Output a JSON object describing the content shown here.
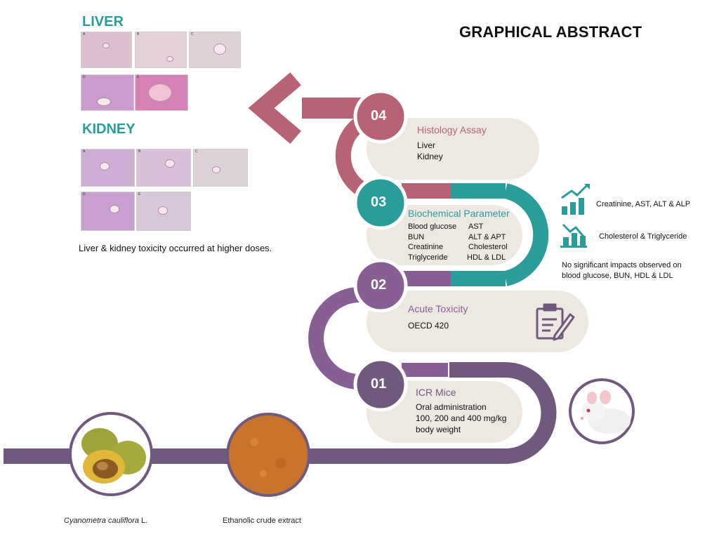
{
  "title": "GRAPHICAL ABSTRACT",
  "colors": {
    "teal": "#2a9d9b",
    "rose": "#b86375",
    "purple": "#875f95",
    "dark_purple": "#6f5a7d",
    "card_bg": "#ede8e2"
  },
  "organs": {
    "liver": {
      "label": "LIVER",
      "panel_letters": [
        "A",
        "B",
        "C",
        "D",
        "E"
      ]
    },
    "kidney": {
      "label": "KIDNEY",
      "panel_letters": [
        "A",
        "B",
        "C",
        "D",
        "E"
      ]
    }
  },
  "conclusion": "Liver & kidney toxicity occurred at higher doses.",
  "steps": [
    {
      "number": "04",
      "title": "Histology Assay",
      "lines": [
        "Liver",
        "Kidney"
      ]
    },
    {
      "number": "03",
      "title": "Biochemical Parameter",
      "left_items": [
        "Blood glucose",
        "BUN",
        "Creatinine",
        "Triglyceride"
      ],
      "right_items": [
        "AST",
        "ALT & APT",
        "Cholesterol",
        "HDL & LDL"
      ]
    },
    {
      "number": "02",
      "title": "Acute Toxicity",
      "lines": [
        "OECD 420"
      ]
    },
    {
      "number": "01",
      "title": "ICR Mice",
      "lines": [
        "Oral administration",
        "100, 200 and 400 mg/kg",
        "body weight"
      ]
    }
  ],
  "findings": {
    "increase": "Creatinine, AST, ALT & ALP",
    "decrease": "Cholesterol & Triglyceride",
    "no_effect_line1": "No significant impacts observed on",
    "no_effect_line2": "blood glucose, BUN, HDL & LDL"
  },
  "materials": {
    "plant_name": "Cyanometra cauliflora",
    "plant_suffix": " L.",
    "extract": "Ethanolic crude extract"
  },
  "icons": [
    "arrow-left-icon",
    "chart-up-icon",
    "chart-down-icon",
    "clipboard-pen-icon",
    "mouse-image",
    "fruit-image",
    "powder-image"
  ]
}
